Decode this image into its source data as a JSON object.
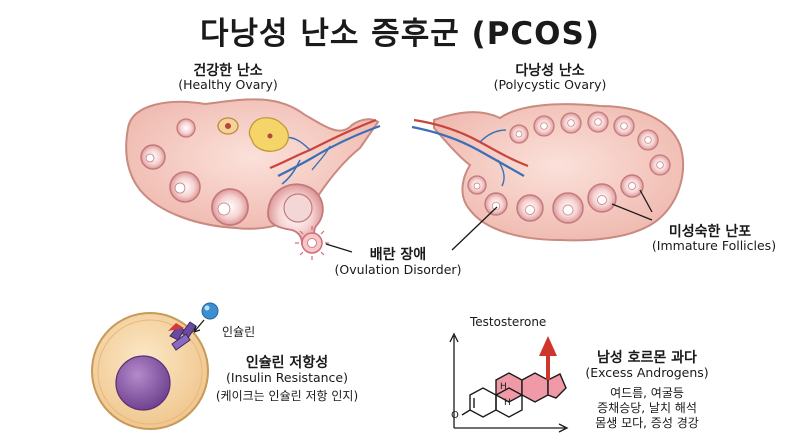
{
  "title": "다낭성 난소 증후군 (PCOS)",
  "healthy": {
    "ko": "건강한 난소",
    "en": "(Healthy Ovary)"
  },
  "polycystic": {
    "ko": "다낭성 난소",
    "en": "(Polycystic Ovary)"
  },
  "ovulation": {
    "ko": "배란 장애",
    "en": "(Ovulation Disorder)"
  },
  "follicles": {
    "ko": "미성숙한 난포",
    "en": "(Immature Follicles)"
  },
  "insulin": {
    "label": "인슐린",
    "ko": "인슐린 저항성",
    "en": "(Insulin Resistance)",
    "note": "(케이크는 인슐린 저항 인지)"
  },
  "androgens": {
    "axis_label": "Testosterone",
    "ko": "남성 호르몬 과다",
    "en": "(Excess Androgens)",
    "symptoms": [
      "여드름, 여굴등",
      "증채승당, 날치 해석",
      "몸생 모다, 증성 경강"
    ],
    "atom_labels": [
      "H",
      "H",
      "O"
    ]
  },
  "colors": {
    "ovary": "#f3c3b9",
    "ovary_edge": "#c98a80",
    "follicle": "#e9a6a5",
    "vessel_blue": "#3b6fb5",
    "vessel_red": "#c9443c",
    "cell": "#f6d7a8",
    "nucleus": "#8c5ba8",
    "arrow_red": "#d0352b"
  }
}
